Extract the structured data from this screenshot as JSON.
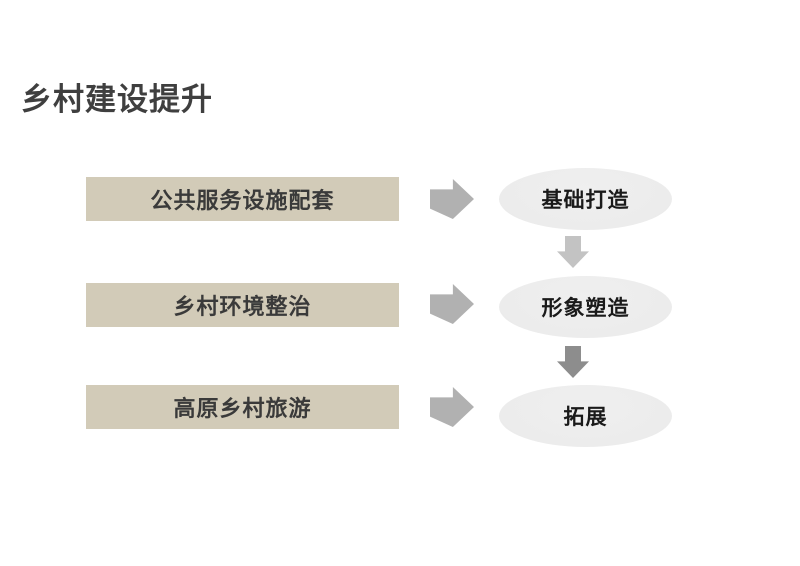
{
  "title": "乡村建设提升",
  "colors": {
    "background": "#ffffff",
    "title_text": "#3f3f3f",
    "bar_fill": "#d2cbb8",
    "bar_text": "#3a3a3a",
    "ellipse_fill": "#ececec",
    "ellipse_text": "#1a1a1a",
    "right_arrow": "#b1b1b1",
    "down_arrow_light": "#c3c3c3",
    "down_arrow_dark": "#8d8d8d"
  },
  "rows": [
    {
      "bar_label": "公共服务设施配套",
      "ellipse_label": "基础打造"
    },
    {
      "bar_label": "乡村环境整治",
      "ellipse_label": "形象塑造"
    },
    {
      "bar_label": "高原乡村旅游",
      "ellipse_label": "拓展"
    }
  ],
  "icons": {
    "right_arrow": "block-arrow-right",
    "down_arrow": "block-arrow-down"
  }
}
